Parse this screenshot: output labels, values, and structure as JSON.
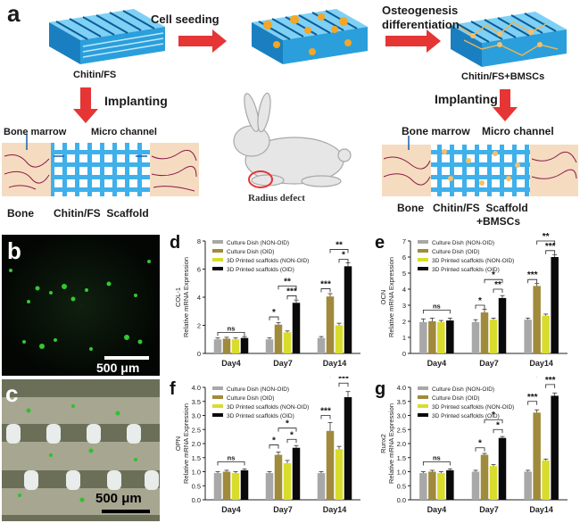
{
  "panel_a": {
    "letter": "a",
    "scaffold_label": "Chitin/FS",
    "cell_seeding": "Cell seeding",
    "osteo_line1": "Osteogenesis",
    "osteo_line2": "differentiation",
    "scaffold_bmsc_label": "Chitin/FS+BMSCs",
    "implanting": "Implanting",
    "left": {
      "bone_marrow": "Bone marrow",
      "micro_channel": "Micro channel",
      "bone": "Bone",
      "scaffold": "Chitin/FS  Scaffold"
    },
    "right": {
      "bone_marrow": "Bone marrow",
      "micro_channel": "Micro channel",
      "bone": "Bone",
      "scaffold": "Chitin/FS  Scaffold",
      "bmscs": "+BMSCs"
    },
    "radius_defect": "Radius defect"
  },
  "panel_b": {
    "letter": "b",
    "scale": "500 μm"
  },
  "panel_c": {
    "letter": "c",
    "scale": "500 μm"
  },
  "colors": {
    "blue_scaffold": "#2a9fdc",
    "arrow_red": "#e53535",
    "seed_orange": "#f5a623"
  },
  "chart_data": [
    {
      "type": "bar",
      "letter": "d",
      "gene": "COL-1",
      "ylabel": "Relative mRNA Expression",
      "categories": [
        "Day4",
        "Day7",
        "Day14"
      ],
      "ylim": [
        0,
        8
      ],
      "yticks": [
        0,
        2,
        4,
        6,
        8
      ],
      "series": [
        {
          "name": "Culture Dish (NON-OID)",
          "color": "#a8a8a8",
          "values": [
            1.0,
            1.0,
            1.1
          ],
          "errors": [
            0.1,
            0.1,
            0.1
          ]
        },
        {
          "name": "Culture Dish (OID)",
          "color": "#a08a3c",
          "values": [
            1.05,
            2.05,
            4.05
          ],
          "errors": [
            0.1,
            0.15,
            0.2
          ]
        },
        {
          "name": "3D Printed scaffolds (NON-OID)",
          "color": "#d8dc2c",
          "values": [
            1.0,
            1.5,
            2.0
          ],
          "errors": [
            0.1,
            0.1,
            0.15
          ]
        },
        {
          "name": "3D Printed scaffolds (OID)",
          "color": "#0a0a0a",
          "values": [
            1.1,
            3.6,
            6.2
          ],
          "errors": [
            0.1,
            0.2,
            0.25
          ]
        }
      ],
      "significance": [
        {
          "day": 0,
          "from": 0,
          "to": 3,
          "y": 1.5,
          "label": "ns"
        },
        {
          "day": 1,
          "from": 0,
          "to": 1,
          "y": 2.6,
          "label": "*"
        },
        {
          "day": 1,
          "from": 2,
          "to": 3,
          "y": 4.1,
          "label": "***"
        },
        {
          "day": 1,
          "from": 1,
          "to": 3,
          "y": 4.8,
          "label": "**"
        },
        {
          "day": 2,
          "from": 0,
          "to": 1,
          "y": 4.6,
          "label": "***"
        },
        {
          "day": 2,
          "from": 2,
          "to": 3,
          "y": 6.7,
          "label": "*"
        },
        {
          "day": 2,
          "from": 1,
          "to": 3,
          "y": 7.4,
          "label": "**"
        }
      ]
    },
    {
      "type": "bar",
      "letter": "e",
      "gene": "OCN",
      "ylabel": "Relative mRNA Expression",
      "categories": [
        "Day4",
        "Day7",
        "Day14"
      ],
      "ylim": [
        0,
        7
      ],
      "yticks": [
        0,
        1,
        2,
        3,
        4,
        5,
        6,
        7
      ],
      "series": [
        {
          "name": "Culture Dish (NON-OID)",
          "color": "#a8a8a8",
          "values": [
            1.95,
            1.95,
            2.1
          ],
          "errors": [
            0.2,
            0.15,
            0.1
          ]
        },
        {
          "name": "Culture Dish (OID)",
          "color": "#a08a3c",
          "values": [
            2.0,
            2.55,
            4.2
          ],
          "errors": [
            0.2,
            0.2,
            0.15
          ]
        },
        {
          "name": "3D Printed scaffolds (NON-OID)",
          "color": "#d8dc2c",
          "values": [
            1.95,
            2.1,
            2.35
          ],
          "errors": [
            0.1,
            0.1,
            0.1
          ]
        },
        {
          "name": "3D Printed scaffolds (OID)",
          "color": "#0a0a0a",
          "values": [
            2.05,
            3.45,
            6.0
          ],
          "errors": [
            0.15,
            0.15,
            0.15
          ]
        }
      ],
      "significance": [
        {
          "day": 0,
          "from": 0,
          "to": 3,
          "y": 2.7,
          "label": "ns"
        },
        {
          "day": 1,
          "from": 0,
          "to": 1,
          "y": 3.0,
          "label": "*"
        },
        {
          "day": 1,
          "from": 2,
          "to": 3,
          "y": 4.0,
          "label": "**"
        },
        {
          "day": 1,
          "from": 1,
          "to": 3,
          "y": 4.6,
          "label": "*"
        },
        {
          "day": 2,
          "from": 0,
          "to": 1,
          "y": 4.6,
          "label": "***"
        },
        {
          "day": 2,
          "from": 2,
          "to": 3,
          "y": 6.4,
          "label": "***"
        },
        {
          "day": 2,
          "from": 1,
          "to": 3,
          "y": 7.0,
          "label": "**"
        }
      ]
    },
    {
      "type": "bar",
      "letter": "f",
      "gene": "OPN",
      "ylabel": "Relative mRNA Expression",
      "categories": [
        "Day4",
        "Day7",
        "Day14"
      ],
      "ylim": [
        0,
        4
      ],
      "yticks": [
        0,
        0.5,
        1.0,
        1.5,
        2.0,
        2.5,
        3.0,
        3.5,
        4.0
      ],
      "series": [
        {
          "name": "Culture Dish (NON-OID)",
          "color": "#a8a8a8",
          "values": [
            0.95,
            0.95,
            0.95
          ],
          "errors": [
            0.05,
            0.05,
            0.05
          ]
        },
        {
          "name": "Culture Dish (OID)",
          "color": "#a08a3c",
          "values": [
            1.0,
            1.6,
            2.45
          ],
          "errors": [
            0.05,
            0.1,
            0.3
          ]
        },
        {
          "name": "3D Printed scaffolds (NON-OID)",
          "color": "#d8dc2c",
          "values": [
            0.95,
            1.3,
            1.8
          ],
          "errors": [
            0.05,
            0.1,
            0.1
          ]
        },
        {
          "name": "3D Printed scaffolds (OID)",
          "color": "#0a0a0a",
          "values": [
            1.05,
            1.85,
            3.65
          ],
          "errors": [
            0.05,
            0.08,
            0.2
          ]
        }
      ],
      "significance": [
        {
          "day": 0,
          "from": 0,
          "to": 3,
          "y": 1.35,
          "label": "ns"
        },
        {
          "day": 1,
          "from": 0,
          "to": 1,
          "y": 1.95,
          "label": "*"
        },
        {
          "day": 1,
          "from": 2,
          "to": 3,
          "y": 2.15,
          "label": "*"
        },
        {
          "day": 1,
          "from": 1,
          "to": 3,
          "y": 2.55,
          "label": "*"
        },
        {
          "day": 2,
          "from": 0,
          "to": 1,
          "y": 3.0,
          "label": "***"
        },
        {
          "day": 2,
          "from": 2,
          "to": 3,
          "y": 4.15,
          "label": "***"
        },
        {
          "day": 2,
          "from": 1,
          "to": 3,
          "y": 4.5,
          "label": "**"
        }
      ]
    },
    {
      "type": "bar",
      "letter": "g",
      "gene": "Runx2",
      "ylabel": "Relative mRNA Expression",
      "categories": [
        "Day4",
        "Day7",
        "Day14"
      ],
      "ylim": [
        0,
        4
      ],
      "yticks": [
        0,
        0.5,
        1.0,
        1.5,
        2.0,
        2.5,
        3.0,
        3.5,
        4.0
      ],
      "series": [
        {
          "name": "Culture Dish (NON-OID)",
          "color": "#a8a8a8",
          "values": [
            0.95,
            1.0,
            1.0
          ],
          "errors": [
            0.05,
            0.05,
            0.05
          ]
        },
        {
          "name": "Culture Dish (OID)",
          "color": "#a08a3c",
          "values": [
            1.0,
            1.6,
            3.1
          ],
          "errors": [
            0.05,
            0.05,
            0.1
          ]
        },
        {
          "name": "3D Printed scaffolds (NON-OID)",
          "color": "#d8dc2c",
          "values": [
            0.95,
            1.2,
            1.4
          ],
          "errors": [
            0.05,
            0.05,
            0.05
          ]
        },
        {
          "name": "3D Printed scaffolds (OID)",
          "color": "#0a0a0a",
          "values": [
            1.05,
            2.2,
            3.7
          ],
          "errors": [
            0.05,
            0.05,
            0.1
          ]
        }
      ],
      "significance": [
        {
          "day": 0,
          "from": 0,
          "to": 3,
          "y": 1.35,
          "label": "ns"
        },
        {
          "day": 1,
          "from": 0,
          "to": 1,
          "y": 1.85,
          "label": "*"
        },
        {
          "day": 1,
          "from": 2,
          "to": 3,
          "y": 2.5,
          "label": "*"
        },
        {
          "day": 1,
          "from": 1,
          "to": 3,
          "y": 2.85,
          "label": "*"
        },
        {
          "day": 2,
          "from": 0,
          "to": 1,
          "y": 3.5,
          "label": "***"
        },
        {
          "day": 2,
          "from": 2,
          "to": 3,
          "y": 4.1,
          "label": "***"
        },
        {
          "day": 2,
          "from": 1,
          "to": 3,
          "y": 4.5,
          "label": "*"
        }
      ]
    }
  ]
}
